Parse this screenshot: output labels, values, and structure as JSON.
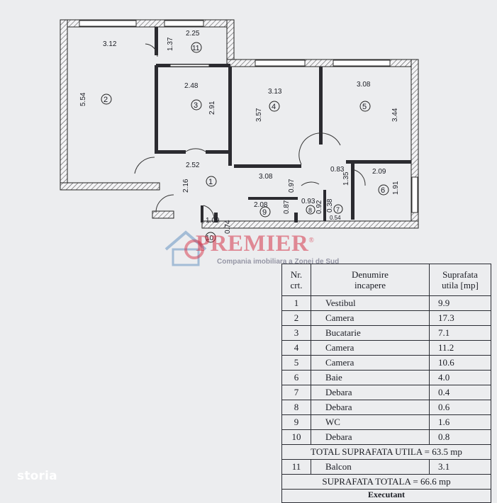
{
  "plan": {
    "dimensions": [
      "3.12",
      "5.54",
      "1.37",
      "2.25",
      "2.48",
      "2.91",
      "3.13",
      "3.57",
      "3.08",
      "3.44",
      "2.52",
      "2.16",
      "3.08",
      "0.97",
      "0.83",
      "1.35",
      "2.09",
      "1.91",
      "2.08",
      "0.87",
      "0.93",
      "0.92",
      "0.38",
      "0.54",
      "1.09",
      "0.74"
    ],
    "room_numbers": [
      "1",
      "2",
      "3",
      "4",
      "5",
      "6",
      "7",
      "8",
      "9",
      "10",
      "11"
    ]
  },
  "logo": {
    "name": "PREMIER",
    "registered": "®",
    "tagline": "Compania imobiliara a Zonei de Sud"
  },
  "table": {
    "headers": {
      "nr": [
        "Nr.",
        "crt."
      ],
      "name": [
        "Denumire",
        "incapere"
      ],
      "area": [
        "Suprafata",
        "utila [mp]"
      ]
    },
    "rows": [
      {
        "nr": "1",
        "name": "Vestibul",
        "area": "9.9"
      },
      {
        "nr": "2",
        "name": "Camera",
        "area": "17.3"
      },
      {
        "nr": "3",
        "name": "Bucatarie",
        "area": "7.1"
      },
      {
        "nr": "4",
        "name": "Camera",
        "area": "11.2"
      },
      {
        "nr": "5",
        "name": "Camera",
        "area": "10.6"
      },
      {
        "nr": "6",
        "name": "Baie",
        "area": "4.0"
      },
      {
        "nr": "7",
        "name": "Debara",
        "area": "0.4"
      },
      {
        "nr": "8",
        "name": "Debara",
        "area": "0.6"
      },
      {
        "nr": "9",
        "name": "WC",
        "area": "1.6"
      },
      {
        "nr": "10",
        "name": "Debara",
        "area": "0.8"
      }
    ],
    "total_useful": "TOTAL SUPRAFATA UTILA = 63.5 mp",
    "balcony": {
      "nr": "11",
      "name": "Balcon",
      "area": "3.1"
    },
    "total": "SUPRAFATA TOTALA = 66.6 mp",
    "executant": "Executant"
  },
  "watermark": "storia"
}
